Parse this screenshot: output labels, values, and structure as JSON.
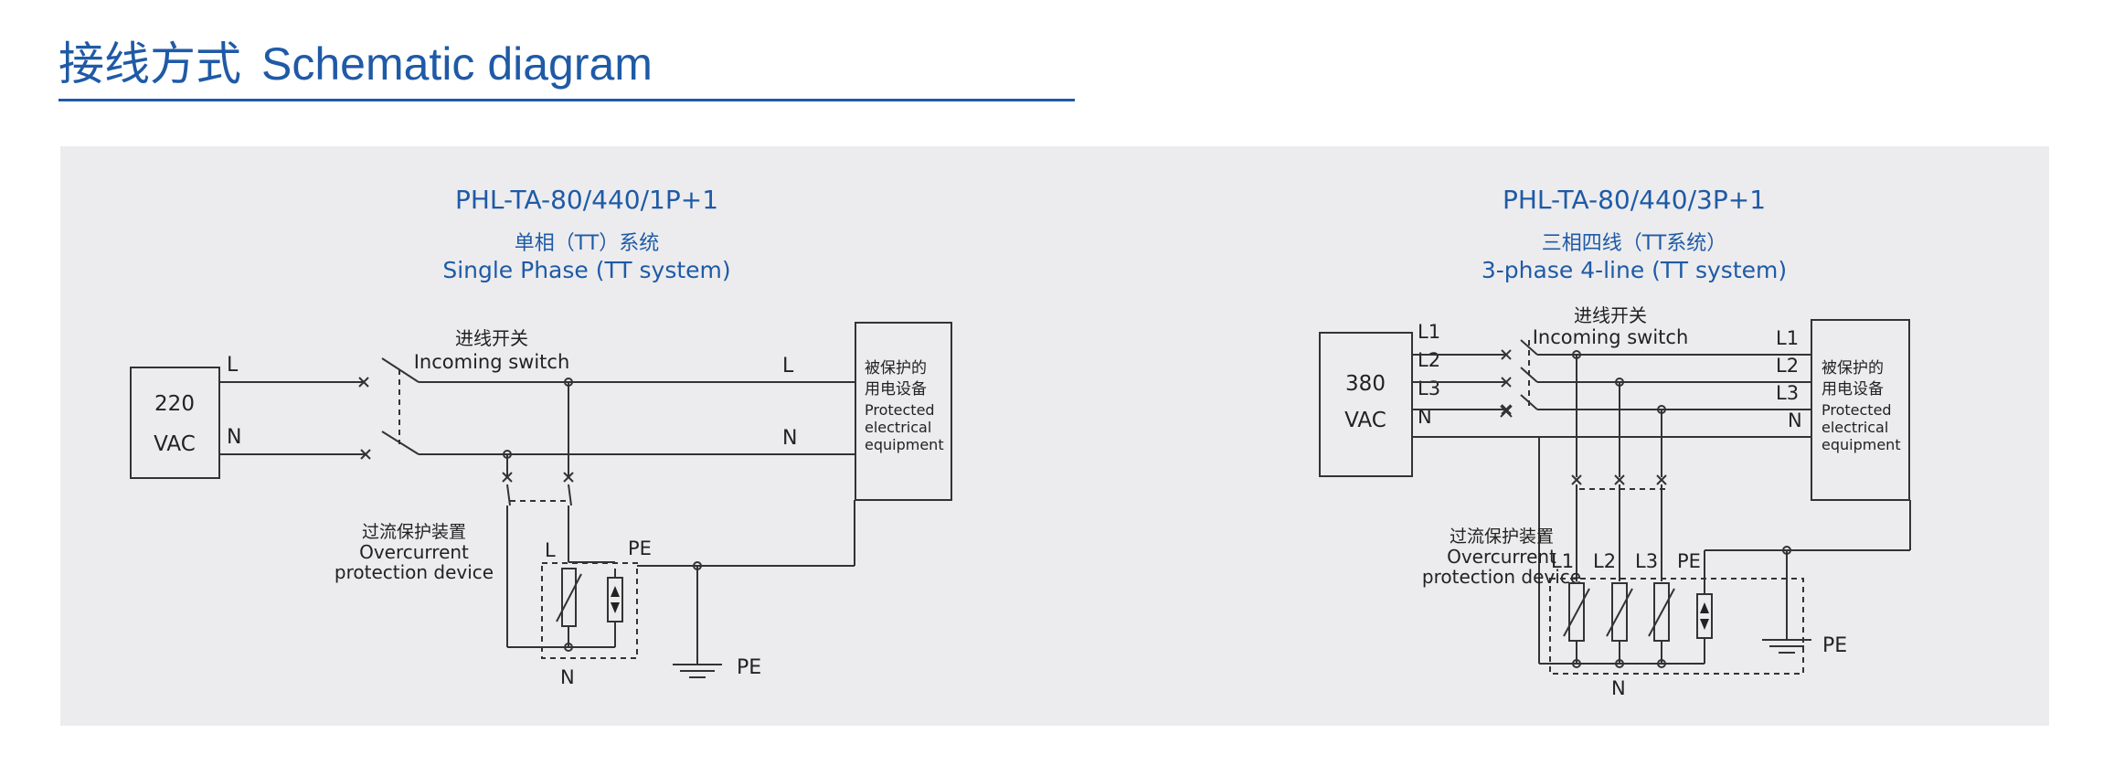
{
  "header": {
    "title_cn": "接线方式",
    "title_en": "Schematic diagram"
  },
  "colors": {
    "accent": "#1f5aa6",
    "panel_bg": "#ececee",
    "line": "#333333"
  },
  "left": {
    "model": "PHL-TA-80/440/1P+1",
    "subtitle_cn": "单相（TT）系统",
    "subtitle_en": "Single Phase (TT system)",
    "source": {
      "line1": "220",
      "line2": "VAC"
    },
    "switch_cn": "进线开关",
    "switch_en": "Incoming switch",
    "device": {
      "l1": "被保护的",
      "l2": "用电设备",
      "l3": "Protected",
      "l4": "electrical",
      "l5": "equipment"
    },
    "ocpd_cn": "过流保护装置",
    "ocpd_en1": "Overcurrent",
    "ocpd_en2": "protection device",
    "lbl_L": "L",
    "lbl_N": "N",
    "lbl_L_right": "L",
    "lbl_N_right": "N",
    "lbl_L_spd": "L",
    "lbl_PE_spd": "PE",
    "lbl_N_bottom": "N",
    "lbl_PE_ground": "PE"
  },
  "right": {
    "model": "PHL-TA-80/440/3P+1",
    "subtitle_cn": "三相四线（TT系统）",
    "subtitle_en": "3-phase 4-line (TT system)",
    "source": {
      "line1": "380",
      "line2": "VAC"
    },
    "switch_cn": "进线开关",
    "switch_en": "Incoming switch",
    "device": {
      "l1": "被保护的",
      "l2": "用电设备",
      "l3": "Protected",
      "l4": "electrical",
      "l5": "equipment"
    },
    "ocpd_cn": "过流保护装置",
    "ocpd_en1": "Overcurrent",
    "ocpd_en2": "protection device",
    "src_L1": "L1",
    "src_L2": "L2",
    "src_L3": "L3",
    "src_N": "N",
    "dev_L1": "L1",
    "dev_L2": "L2",
    "dev_L3": "L3",
    "dev_N": "N",
    "spd_L1": "L1",
    "spd_L2": "L2",
    "spd_L3": "L3",
    "spd_PE": "PE",
    "lbl_N_bottom": "N",
    "lbl_PE_ground": "PE"
  }
}
